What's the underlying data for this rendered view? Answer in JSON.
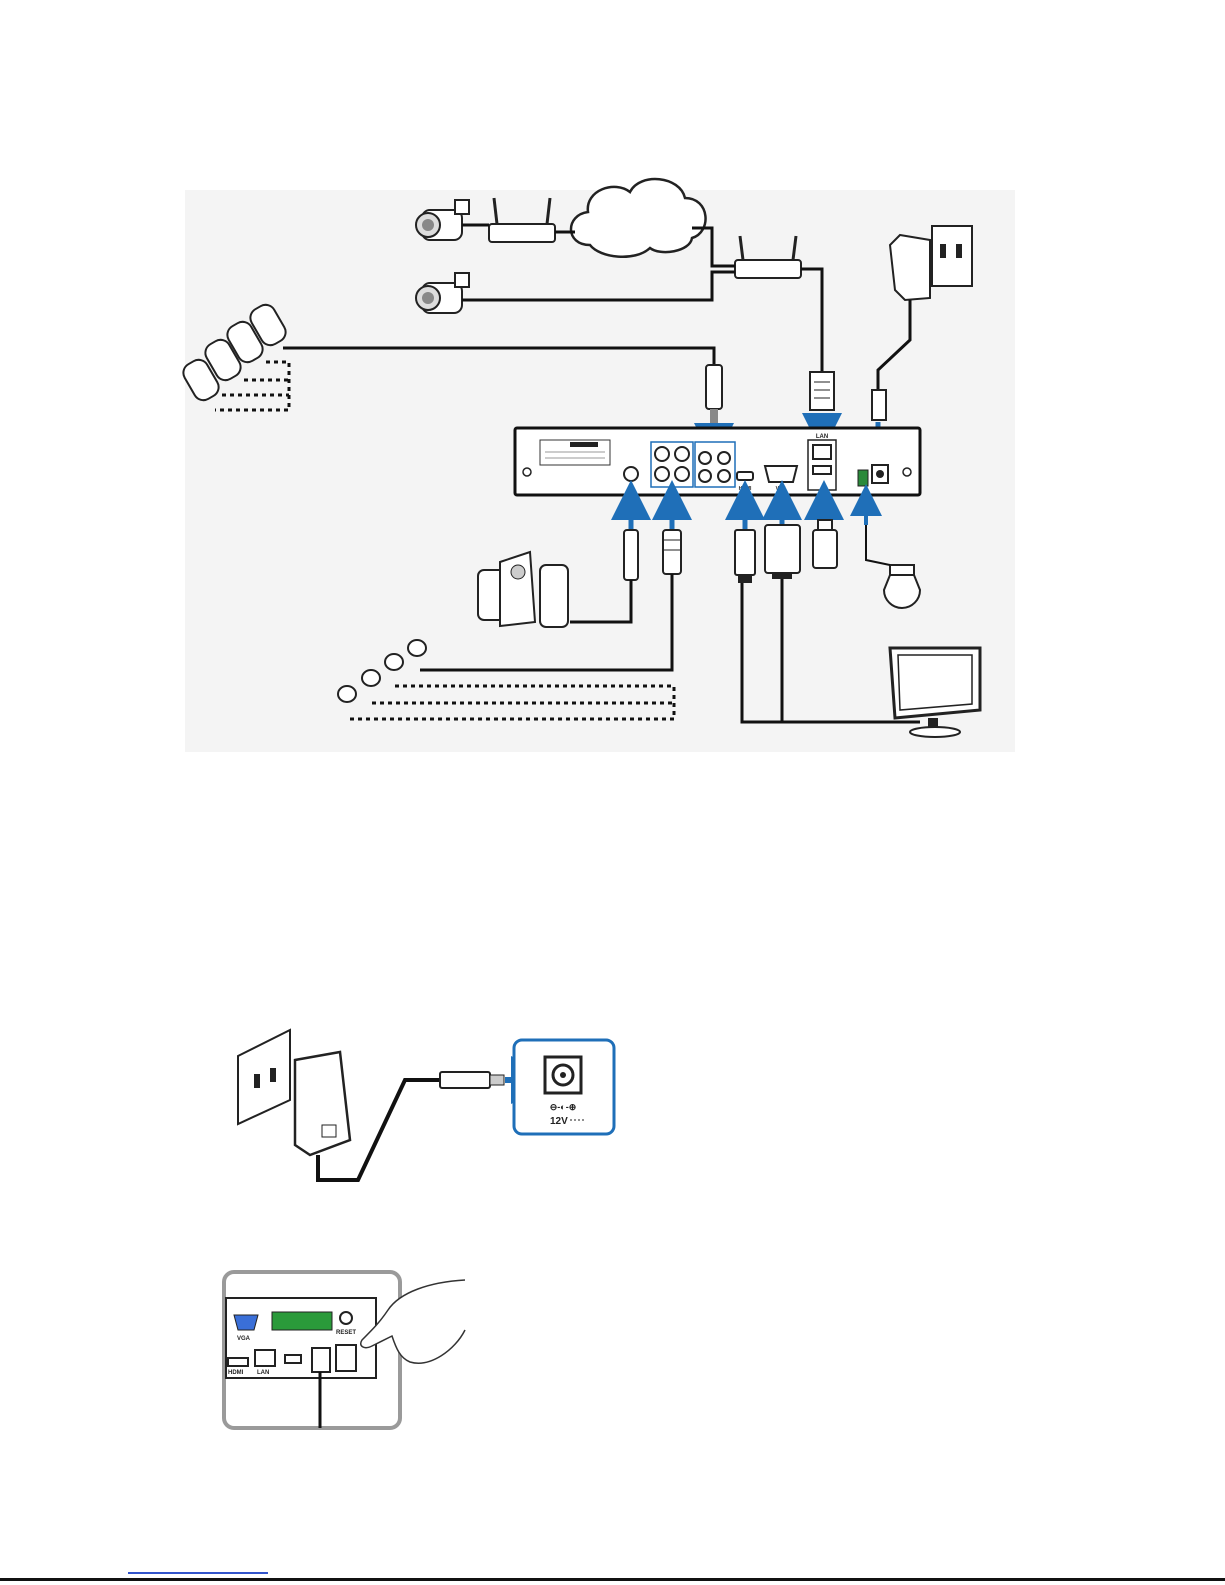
{
  "diagram": {
    "panel_labels": {
      "lan": "LAN",
      "hdmi": "HDMI",
      "vga": "VGA"
    },
    "power_jack": {
      "voltage": "12V"
    },
    "nvr_closeup": {
      "vga": "VGA",
      "reset": "RESET",
      "hdmi": "HDMI",
      "lan": "LAN"
    }
  },
  "colors": {
    "arrow": "#1f6fb8",
    "line": "#111111",
    "panel_bg": "#f4f4f4",
    "highlight_box": "#1f6fb8",
    "closeup_frame": "#9a9a9a"
  },
  "icons": [
    "ip-camera-icon",
    "router-icon",
    "cloud-icon",
    "bullet-camera-icon",
    "power-adapter-icon",
    "wall-outlet-icon",
    "rca-plug-icon",
    "bnc-plug-icon",
    "hdmi-plug-icon",
    "vga-plug-icon",
    "usb-drive-icon",
    "speaker-icon",
    "ptz-camera-icon",
    "monitor-icon",
    "rj45-plug-icon",
    "hand-icon"
  ]
}
